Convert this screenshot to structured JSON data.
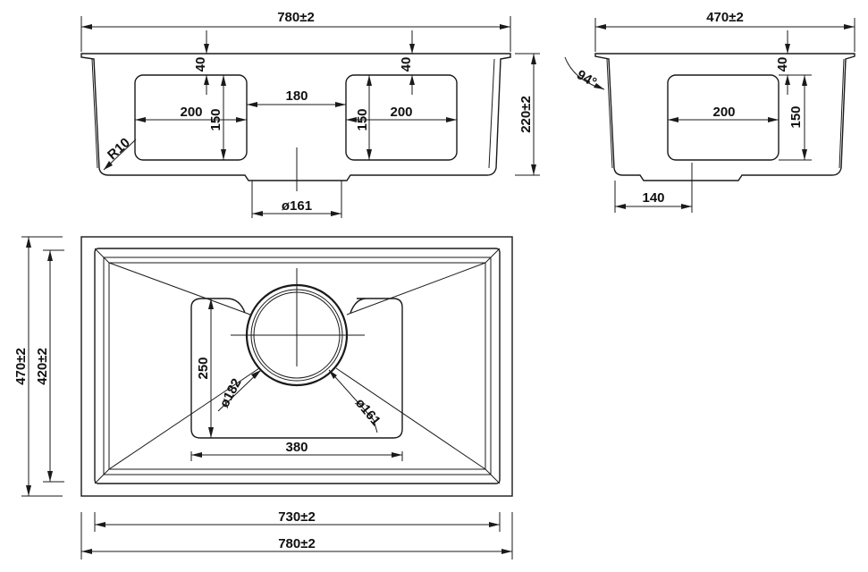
{
  "front_view": {
    "width_label": "780±2",
    "depth_left_label": "40",
    "depth_right_label": "40",
    "gap_label": "180",
    "left_width_label": "200",
    "left_height_label": "150",
    "right_height_label": "150",
    "right_width_label": "200",
    "height_label": "220±2",
    "radius_label": "R10",
    "drain_label": "ø161"
  },
  "side_view": {
    "width_label": "470±2",
    "angle_label": "94°",
    "depth_label": "40",
    "inner_width_label": "200",
    "inner_height_label": "150",
    "offset_label": "140"
  },
  "top_view": {
    "outer_height_label": "470±2",
    "inner_height_label": "420±2",
    "recess_height_label": "250",
    "outer_ring_label": "ø182",
    "inner_ring_label": "ø161",
    "recess_width_label": "380",
    "inner_width_label": "730±2",
    "outer_width_label": "780±2"
  }
}
